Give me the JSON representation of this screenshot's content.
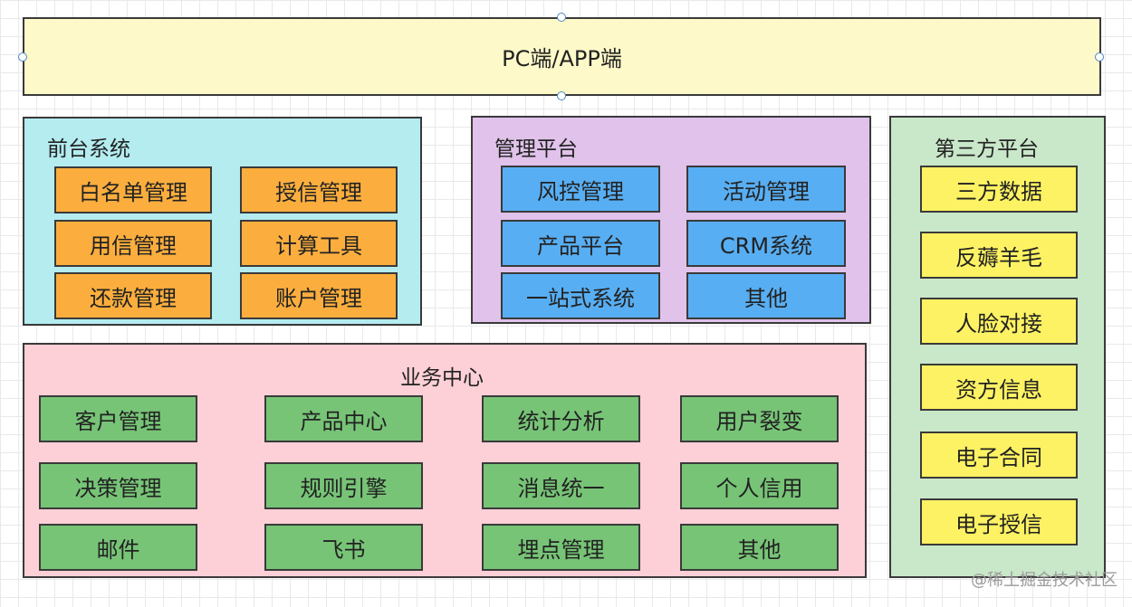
{
  "top": {
    "label": "PC端/APP端"
  },
  "front": {
    "title": "前台系统",
    "items": [
      "白名单管理",
      "授信管理",
      "用信管理",
      "计算工具",
      "还款管理",
      "账户管理"
    ]
  },
  "mgmt": {
    "title": "管理平台",
    "items": [
      "风控管理",
      "活动管理",
      "产品平台",
      "CRM系统",
      "一站式系统",
      "其他"
    ]
  },
  "third": {
    "title": "第三方平台",
    "items": [
      "三方数据",
      "反薅羊毛",
      "人脸对接",
      "资方信息",
      "电子合同",
      "电子授信"
    ]
  },
  "biz": {
    "title": "业务中心",
    "items": [
      "客户管理",
      "产品中心",
      "统计分析",
      "用户裂变",
      "决策管理",
      "规则引擎",
      "消息统一",
      "个人信用",
      "邮件",
      "飞书",
      "埋点管理",
      "其他"
    ]
  },
  "watermark": "@稀土掘金技术社区",
  "colors": {
    "top_bg": "#fdf9c8",
    "front_bg": "#b4ecf0",
    "mgmt_bg": "#e0c2ea",
    "third_bg": "#c9e7c9",
    "biz_bg": "#fcd0d6",
    "orange": "#fbae3e",
    "blue": "#58aef2",
    "green": "#77c477",
    "yellow": "#fdf263"
  }
}
